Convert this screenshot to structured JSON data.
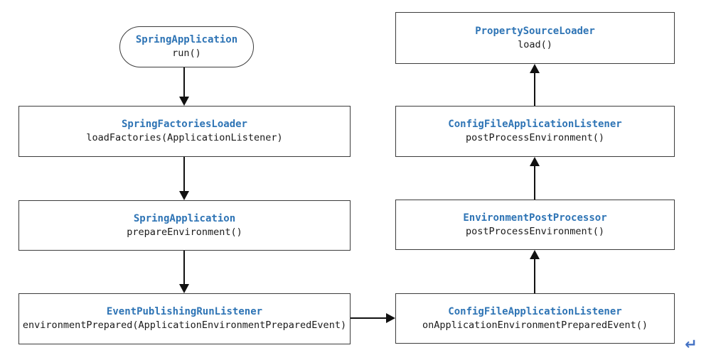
{
  "colors": {
    "class_name": "#2E74B5",
    "method": "#1a1a1a",
    "border": "#3c3c3c",
    "line": "#111111",
    "return_mark": "#4472C4"
  },
  "nodes": {
    "start": {
      "class_name": "SpringApplication",
      "method": "run()"
    },
    "loader": {
      "class_name": "SpringFactoriesLoader",
      "method": "loadFactories(ApplicationListener)"
    },
    "prepare": {
      "class_name": "SpringApplication",
      "method": "prepareEnvironment()"
    },
    "publish": {
      "class_name": "EventPublishingRunListener",
      "method": "environmentPrepared(ApplicationEnvironmentPreparedEvent)"
    },
    "psl": {
      "class_name": "PropertySourceLoader",
      "method": "load()"
    },
    "cfal_post": {
      "class_name": "ConfigFileApplicationListener",
      "method": "postProcessEnvironment()"
    },
    "epp": {
      "class_name": "EnvironmentPostProcessor",
      "method": "postProcessEnvironment()"
    },
    "cfal_on": {
      "class_name": "ConfigFileApplicationListener",
      "method": "onApplicationEnvironmentPreparedEvent()"
    }
  },
  "marks": {
    "line_break": "↵"
  }
}
